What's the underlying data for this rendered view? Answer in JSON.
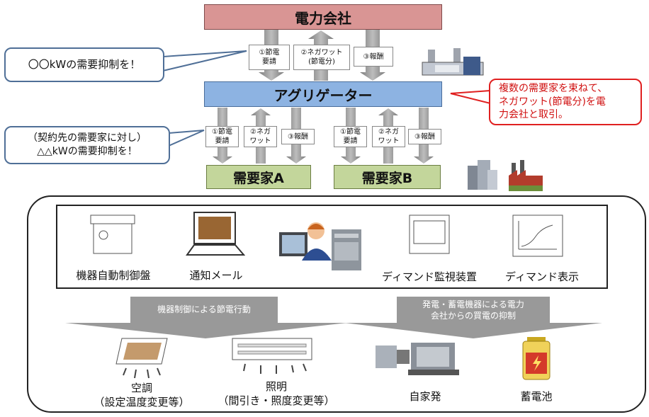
{
  "top": {
    "power_company": "電力会社",
    "aggregator": "アグリゲーター",
    "consumer_a": "需要家A",
    "consumer_b": "需要家B"
  },
  "upper_arrows": {
    "request": "①節電\n要請",
    "negawatt": "②ネガワット\n(節電分)",
    "reward": "③報酬"
  },
  "lower_arrows": {
    "request": "①節電\n要請",
    "negawatt": "②ネガ\nワット",
    "reward": "③報酬"
  },
  "callouts": {
    "upper": "〇〇kWの需要抑制を！",
    "lower": "（契約先の需要家に対し）\n△△kWの需要抑制を！",
    "red": "複数の需要家を束ねて、\nネガワット(節電分)を電\n力会社と取引。"
  },
  "tools": {
    "auto_control": "機器自動制御盤",
    "notify_mail": "通知メール",
    "demand_monitor": "ディマンド監視装置",
    "demand_display": "ディマンド表示"
  },
  "banners": {
    "saving_action": "機器制御による節電行動",
    "generation": "発電・蓄電機器による電力\n会社からの買電の抑制"
  },
  "devices": {
    "aircon": "空調\n（設定温度変更等）",
    "lighting": "照明\n（間引き・照度変更等）",
    "self_generation": "自家発",
    "battery": "蓄電池"
  },
  "colors": {
    "power_company": "#d99594",
    "aggregator": "#8db3e2",
    "consumer": "#c3d69b",
    "callout_border": "#4f6f97",
    "red_callout": "#e02020"
  }
}
